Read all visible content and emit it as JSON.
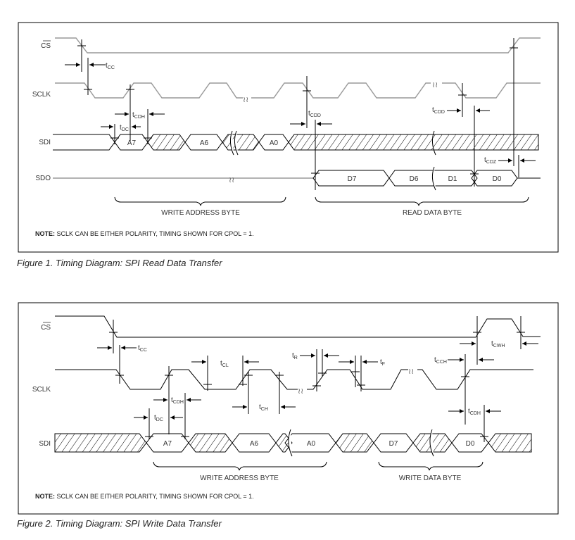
{
  "figure1": {
    "caption": "Figure 1. Timing Diagram: SPI Read Data Transfer",
    "signals": [
      "CS",
      "SCLK",
      "SDI",
      "SDO"
    ],
    "sdi_cells": [
      "A7",
      "A6",
      "A0"
    ],
    "sdo_cells": [
      "D7",
      "D6",
      "D1",
      "D0"
    ],
    "timings": {
      "tcc": {
        "main": "t",
        "sub": "CC"
      },
      "tcdh": {
        "main": "t",
        "sub": "CDH"
      },
      "tdc": {
        "main": "t",
        "sub": "DC"
      },
      "tcdd1": {
        "main": "t",
        "sub": "CDD"
      },
      "tcdd2": {
        "main": "t",
        "sub": "CDD"
      },
      "tcdz": {
        "main": "t",
        "sub": "CDZ"
      }
    },
    "brace_labels": [
      "WRITE ADDRESS BYTE",
      "READ DATA BYTE"
    ],
    "note_bold": "NOTE:",
    "note_text": " SCLK CAN BE EITHER POLARITY, TIMING SHOWN FOR CPOL = 1."
  },
  "figure2": {
    "caption": "Figure 2. Timing Diagram: SPI Write Data Transfer",
    "signals": [
      "CS",
      "SCLK",
      "SDI"
    ],
    "sdi_cells": [
      "A7",
      "A6",
      "A0",
      "D7",
      "D0"
    ],
    "timings": {
      "tcc": {
        "main": "t",
        "sub": "CC"
      },
      "tcl": {
        "main": "t",
        "sub": "CL"
      },
      "tch": {
        "main": "t",
        "sub": "CH"
      },
      "tr": {
        "main": "t",
        "sub": "R"
      },
      "tf": {
        "main": "t",
        "sub": "F"
      },
      "tcch": {
        "main": "t",
        "sub": "CCH"
      },
      "tcwh": {
        "main": "t",
        "sub": "CWH"
      },
      "tcdh1": {
        "main": "t",
        "sub": "CDH"
      },
      "tcdh2": {
        "main": "t",
        "sub": "CDH"
      },
      "tdc": {
        "main": "t",
        "sub": "DC"
      }
    },
    "brace_labels": [
      "WRITE ADDRESS BYTE",
      "WRITE DATA BYTE"
    ],
    "note_bold": "NOTE:",
    "note_text": " SCLK CAN BE EITHER POLARITY, TIMING SHOWN FOR CPOL = 1."
  }
}
